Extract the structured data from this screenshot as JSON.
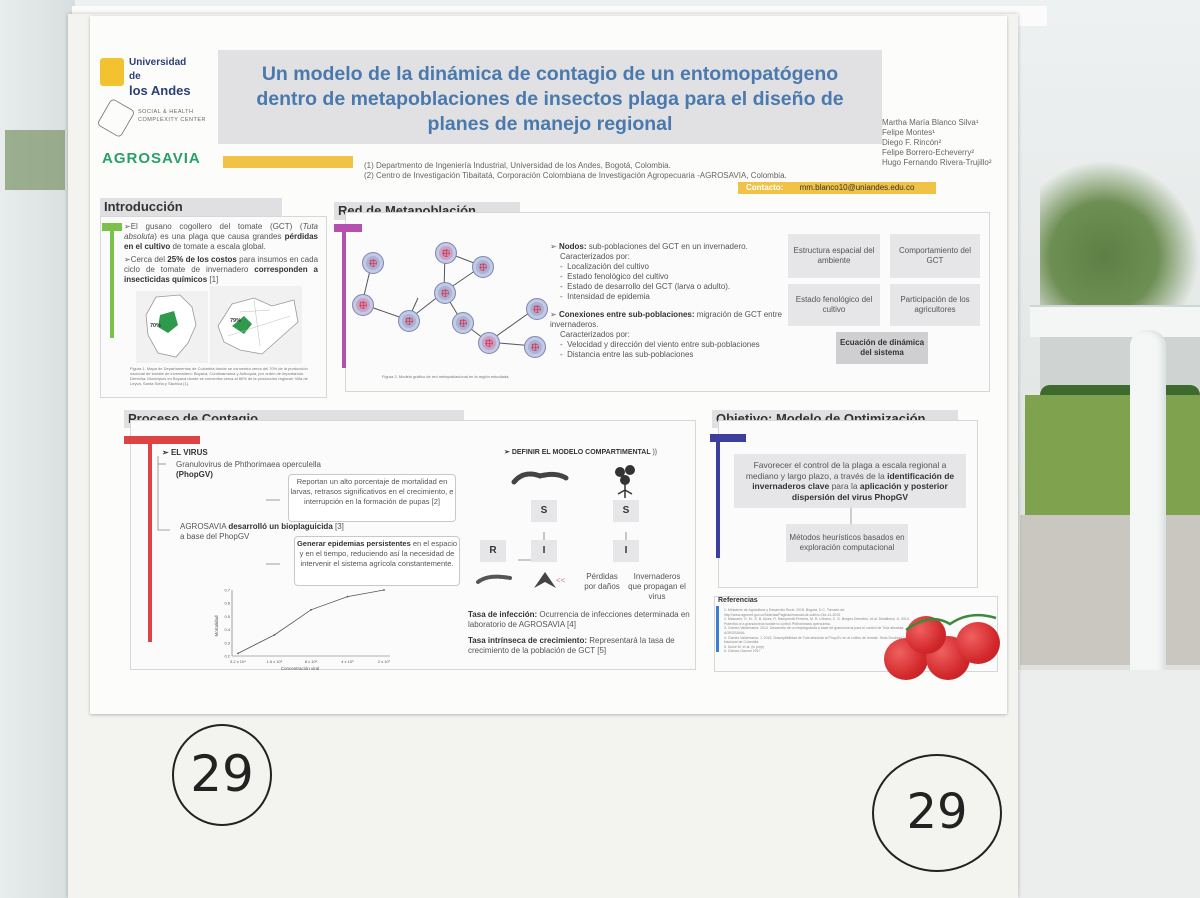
{
  "title": "Un modelo de la dinámica de contagio de un entomopatógeno dentro de metapoblaciones de insectos plaga para el diseño de planes de manejo regional",
  "logos": {
    "university_line1": "Universidad de",
    "university_line2": "los Andes",
    "center_line1": "SOCIAL & HEALTH",
    "center_line2": "COMPLEXITY CENTER",
    "agrosavia": "AGROSAVIA"
  },
  "authors": [
    "Martha María Blanco Silva¹",
    "Felipe Montes¹",
    "Diego F. Rincón²",
    "Felipe Borrero-Echeverry²",
    "Hugo Fernando Rivera-Trujillo²"
  ],
  "affiliations": [
    "(1) Departmento de Ingeniería Industrial, Universidad de los Andes, Bogotá, Colombia.",
    "(2) Centro de Investigación Tibaitatá, Corporación Colombiana de Investigación Agropecuaria -AGROSAVIA, Colombia."
  ],
  "contact": {
    "label": "Contacto:",
    "email": "mm.blanco10@uniandes.edu.co"
  },
  "intro": {
    "heading": "Introducción",
    "p1_a": "El gusano cogollero del tomate (GCT) (",
    "p1_b": "Tuta absoluta",
    "p1_c": ") es una plaga que causa grandes ",
    "p1_d": "pérdidas en el cultivo",
    "p1_e": " de tomate a escala global.",
    "p2_a": "Cerca del ",
    "p2_b": "25% de los costos",
    "p2_c": " para insumos en cada ciclo de tomate de invernadero ",
    "p2_d": "corresponden a insecticidas químicos",
    "p2_e": " [1]",
    "map_pct_1": "70%",
    "map_pct_2": "79%",
    "figure_caption": "Figura 1. Mapa de Departamentos de Colombia donde se concentra cerca del 70% de la producción nacional de tomate de invernadero: Boyacá, Cundinamarca y Antioquia, por orden de importancia. Derecha: Municipios en Boyacá donde se concentra cerca al 80% de la producción regional: Villa de Leyva, Santa Sofía y Sáchica [1]."
  },
  "network": {
    "heading": "Red de Metapoblación",
    "nodes_label": "Nodos:",
    "nodes_text": " sub-poblaciones del GCT en un invernadero.",
    "characterized": "Caracterizados por:",
    "node_items": [
      "Localización del cultivo",
      "Estado fenológico del cultivo",
      "Estado de desarrollo del GCT (larva o adulto).",
      "Intensidad de epidemia"
    ],
    "conn_label": "Conexiones entre sub-poblaciones:",
    "conn_text": " migración de GCT entre invernaderos.",
    "characterized2": "Caracterizados por:",
    "conn_items": [
      "Velocidad y dirección del viento entre sub-poblaciones",
      "Distancia entre las sub-poblaciones"
    ],
    "figure_caption": "Figura 2. Modelo gráfico de red metapoblacional en la región estudiada.",
    "boxes": [
      "Estructura espacial del ambiente",
      "Comportamiento del GCT",
      "Estado fenológico del cultivo",
      "Participación de los agricultores"
    ],
    "equation_box": "Ecuación de dinámica del sistema"
  },
  "contagio": {
    "heading": "Proceso de Contagio",
    "virus_label": "EL VIRUS",
    "granulovirus": "Granulovirus de Phthorimaea operculella",
    "phopgv": "(PhopGV)",
    "box1": "Reportan un alto porcentaje de mortalidad en larvas, retrasos significativos en el crecimiento, e interrupción en la formación de pupas [2]",
    "agrosavia_a": "AGROSAVIA ",
    "agrosavia_b": "desarrolló un bioplaguicida",
    "agrosavia_c": " [3]",
    "agrosavia_d": "a base del PhopGV",
    "box2_a": "Generar epidemias persistentes",
    "box2_b": " en el espacio y en el tiempo, reduciendo así la necesidad de intervenir el sistema agrícola constantemente.",
    "define_model": "DEFINIR EL MODELO COMPARTIMENTAL",
    "compartments": [
      "S",
      "S",
      "R",
      "I",
      "I"
    ],
    "perdidas": "Pérdidas por daños",
    "invernaderos": "Invernaderos que propagan el virus",
    "tasa_inf_label": "Tasa de infección:",
    "tasa_inf_text": " Ocurrencia de infecciones determinada en laboratorio de AGROSAVIA [4]",
    "tasa_crec_label": "Tasa intrínseca de crecimiento:",
    "tasa_crec_text": " Representará la tasa de crecimiento de la población de GCT [5]",
    "plot_xlabel": "Concentración viral",
    "plot_ylabel": "Mortalidad",
    "plot_xticks": [
      "3.2 x 10⁴",
      "1.6 x 10⁵",
      "8 x 10⁵",
      "4 x 10⁶",
      "2 x 10⁷"
    ],
    "plot_yticks": [
      "0.7",
      "0.6",
      "0.5",
      "0.4",
      "0.3",
      "0.2"
    ]
  },
  "chart_data": {
    "type": "line",
    "x": [
      "3.2 x 10⁴",
      "1.6 x 10⁵",
      "8 x 10⁵",
      "4 x 10⁶",
      "2 x 10⁷"
    ],
    "y": [
      0.22,
      0.36,
      0.55,
      0.65,
      0.7
    ],
    "xlabel": "Concentración viral",
    "ylabel": "Mortalidad",
    "ylim": [
      0.2,
      0.7
    ]
  },
  "objetivo": {
    "heading": "Objetivo: Modelo de Optimización",
    "text_a": "Favorecer el control de la plaga a escala regional a mediano y largo plazo, a través de la ",
    "text_b": "identificación de invernaderos clave",
    "text_c": " para la ",
    "text_d": "aplicación y posterior dispersión del virus PhopGV",
    "methods": "Métodos heurísticos basados en exploración computacional"
  },
  "referencias": {
    "heading": "Referencias",
    "items": [
      "1. Ministerio de Agricultura y Desarrollo Rural. 2015. Bogotá, D.C. Tomado de: http://www.agronet.gov.co/Noticias/Paginas/manual-de-cultivo-Oct-14-2015",
      "2. Mascarin, G. M., S. B. Alves, R. Rampelotti-Ferreira, M. R. Urbano, C. G. Borges Demétrio, et al. Delalibera, Jr. 2010. Potential of a granulovirus isolate to control Phthorimaea operculella.",
      "3. Gómez-Valderrama. 2014. Desarrollo de un bioplaguicida a base de granulovirus para el control de Tuta absoluta. AGROSAVIA.",
      "4. Gómez Valderrama, J. 2015. Susceptibilidad de Tuta absoluta al PhopGV en el cultivo de tomate. Tesis Doctoral, Universidad Nacional de Colombia.",
      "5. Dulce M. et al. (in prep)",
      "6. Gómez-Garzón 2017"
    ]
  },
  "board_numbers": [
    "29",
    "29"
  ]
}
